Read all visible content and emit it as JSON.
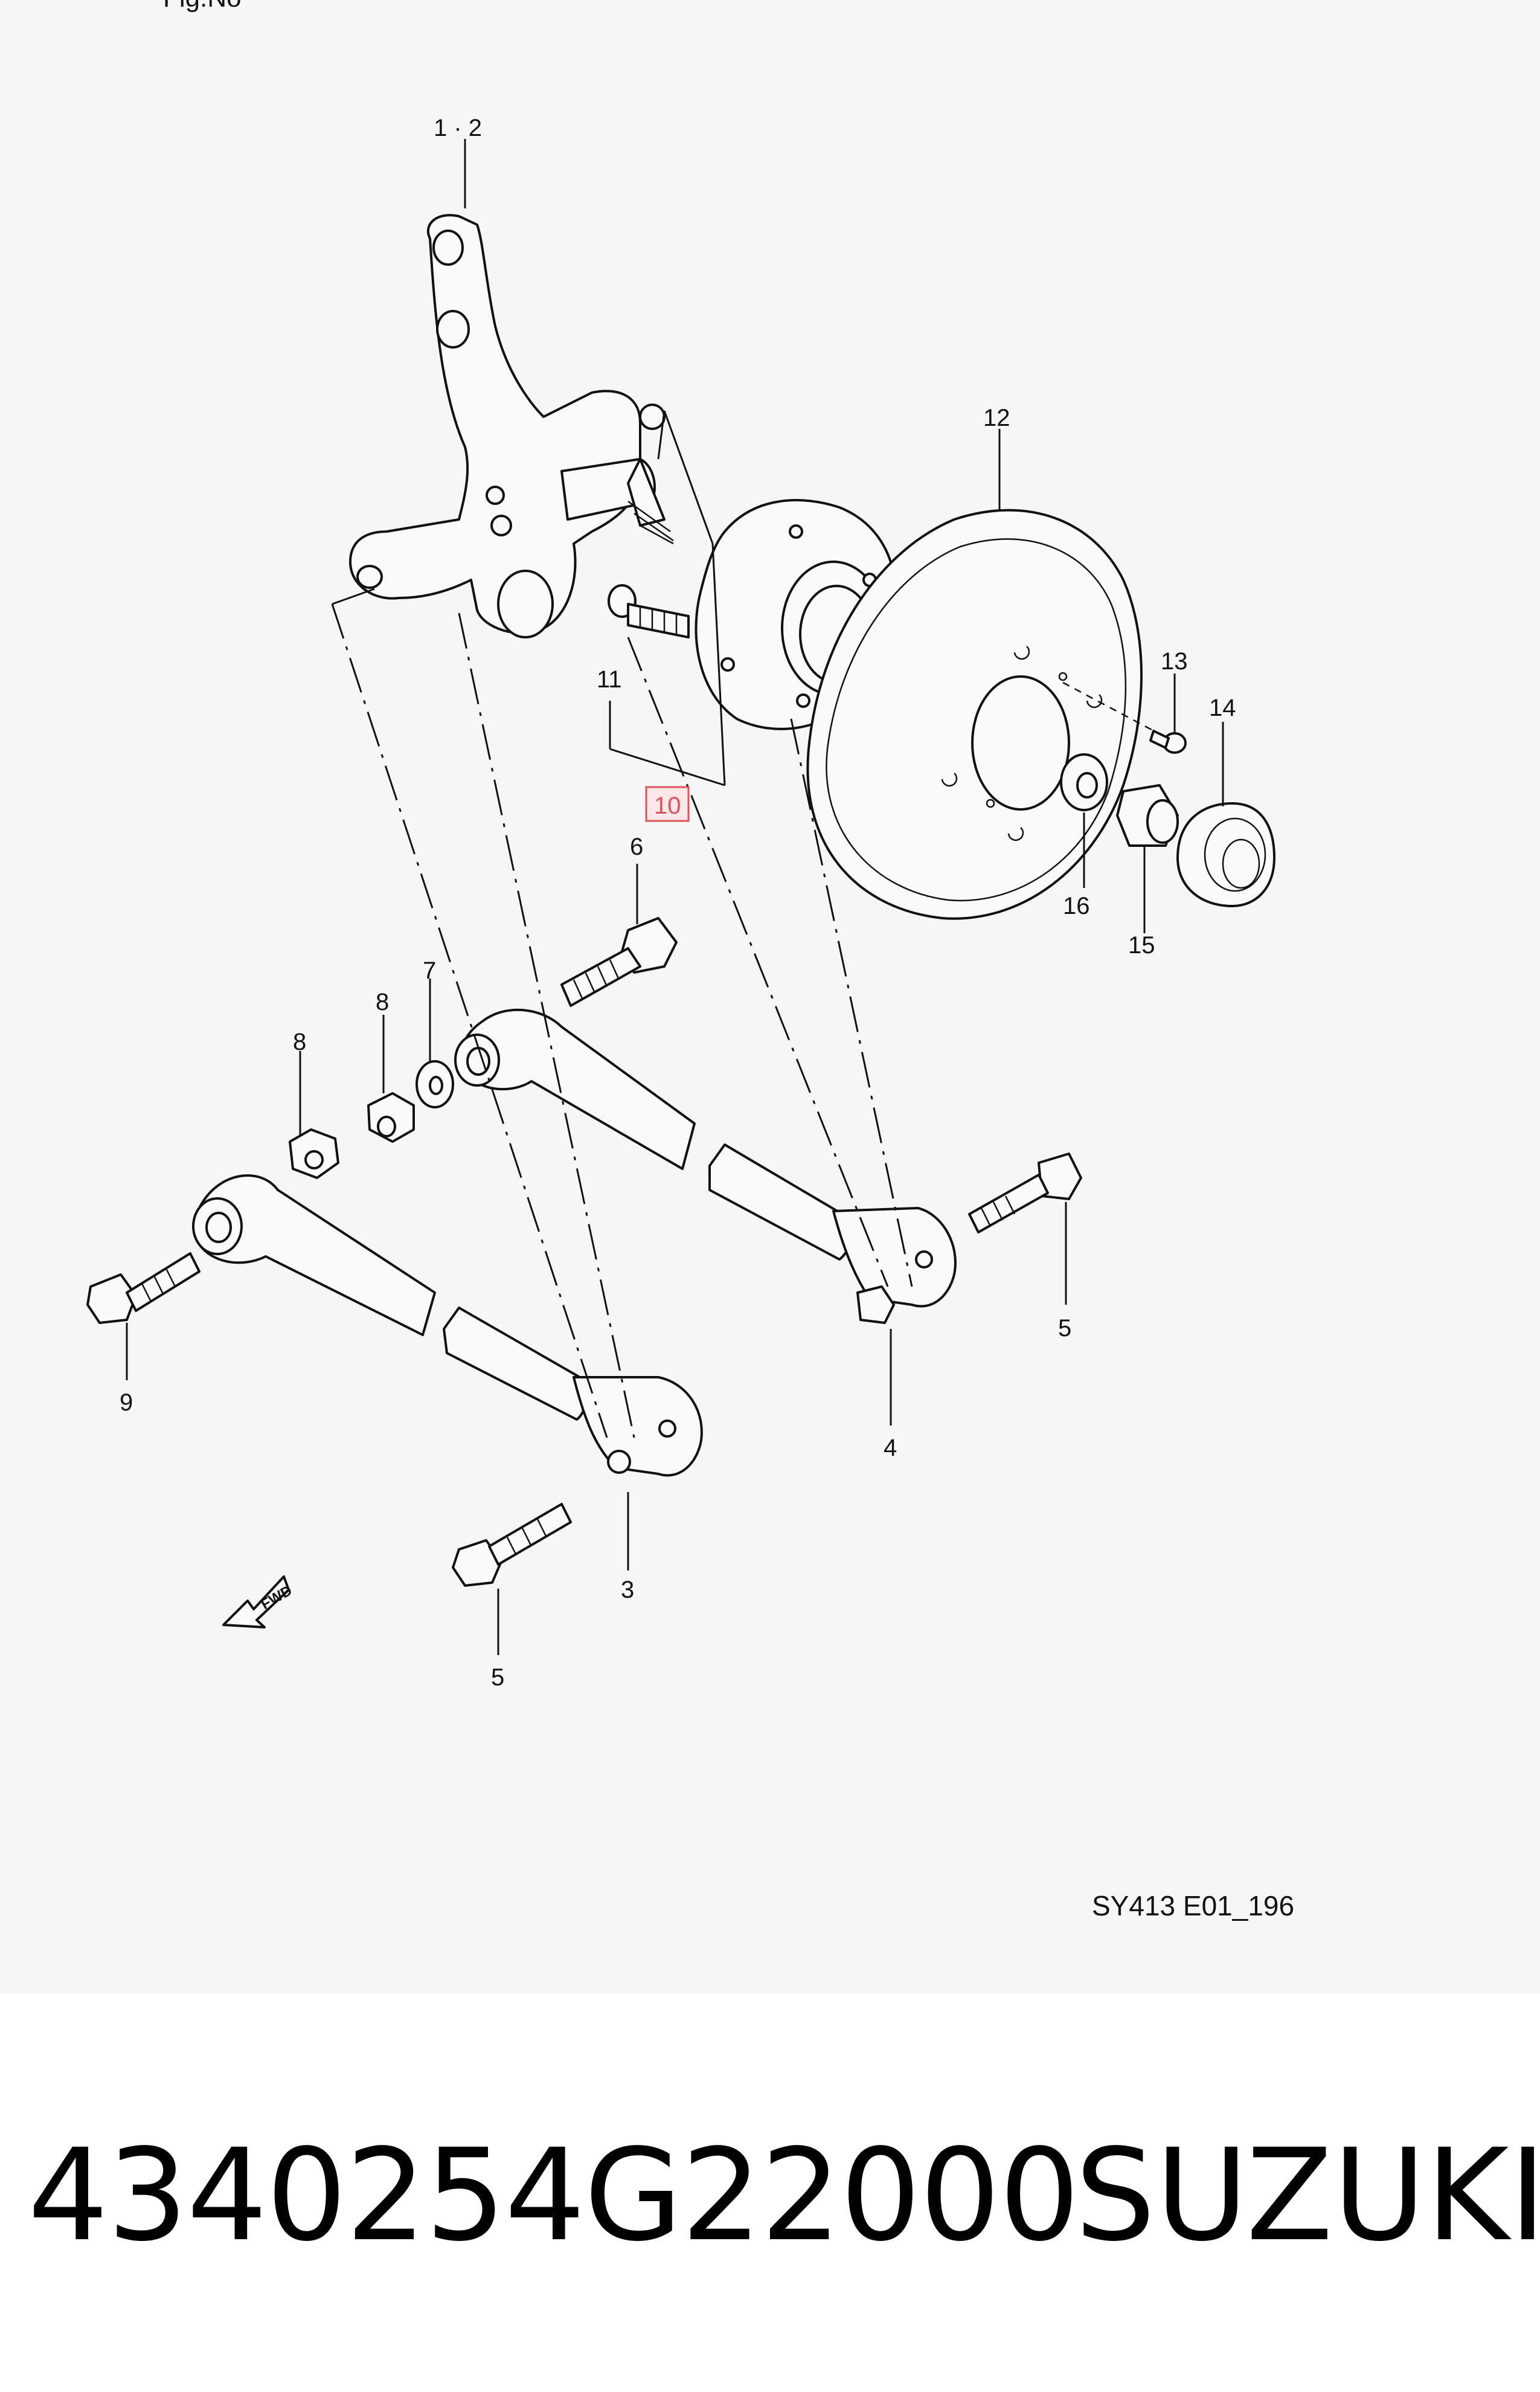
{
  "diagram": {
    "header_fragment": "Fig.No",
    "labels": {
      "l1_2": "1 · 2",
      "l3": "3",
      "l4": "4",
      "l5a": "5",
      "l5b": "5",
      "l6": "6",
      "l7": "7",
      "l8a": "8",
      "l8b": "8",
      "l9": "9",
      "l10": "10",
      "l11": "11",
      "l12": "12",
      "l13": "13",
      "l14": "14",
      "l15": "15",
      "l16": "16"
    },
    "fwd_label": "FWD",
    "drawing_code": "SY413 E01_196",
    "highlight_color": "#e0505a"
  },
  "footer": {
    "part_number": "4340254G22000",
    "brand": "SUZUKI"
  }
}
